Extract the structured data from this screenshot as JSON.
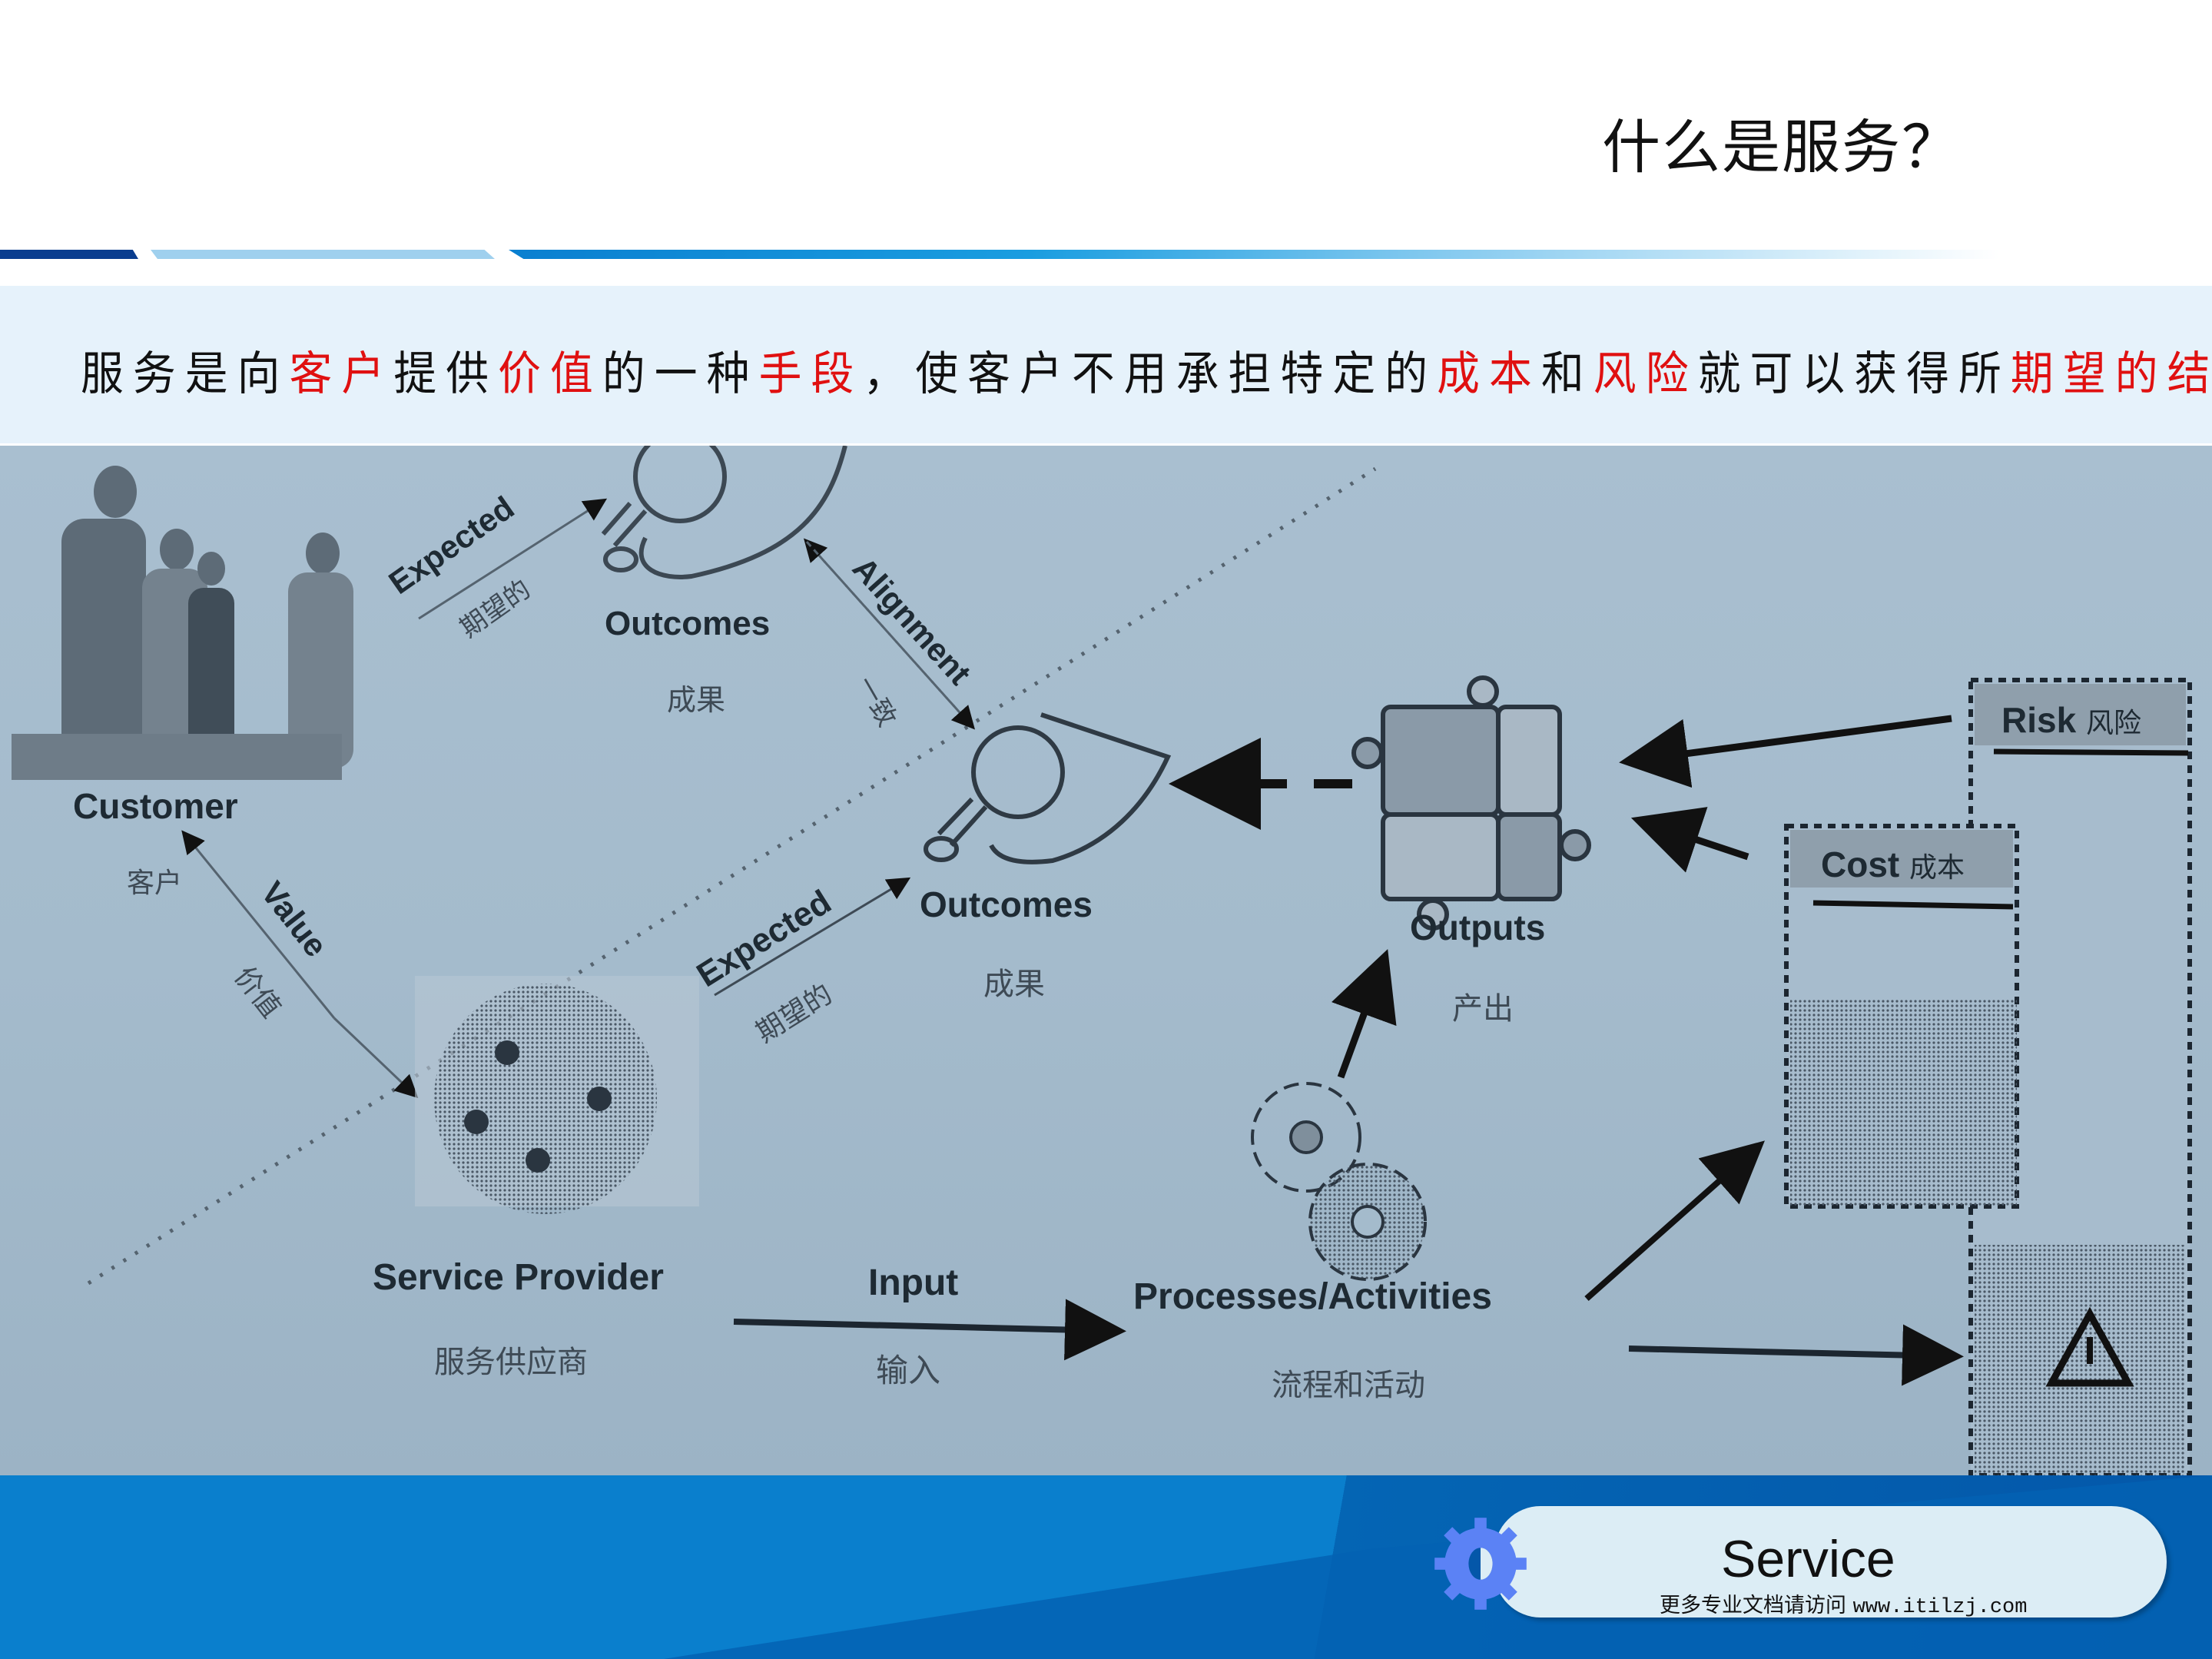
{
  "header": {
    "title": "什么是服务？"
  },
  "statement": {
    "segments": [
      {
        "text": "服务是向",
        "highlight": false
      },
      {
        "text": "客户",
        "highlight": true
      },
      {
        "text": "提供",
        "highlight": false
      },
      {
        "text": "价值",
        "highlight": true
      },
      {
        "text": "的一种",
        "highlight": false
      },
      {
        "text": "手段",
        "highlight": true
      },
      {
        "text": "，使客户不用承担特定的",
        "highlight": false
      },
      {
        "text": "成本",
        "highlight": true
      },
      {
        "text": "和",
        "highlight": false
      },
      {
        "text": "风险",
        "highlight": true
      },
      {
        "text": "就可以获得所",
        "highlight": false
      },
      {
        "text": "期望的结果",
        "highlight": true
      },
      {
        "text": "。",
        "highlight": false
      }
    ],
    "highlight_color": "#e01010"
  },
  "diagram": {
    "customer": {
      "en": "Customer",
      "zh": "客户"
    },
    "value": {
      "en": "Value",
      "zh": "价值"
    },
    "expected_top": {
      "en": "Expected",
      "zh": "期望的"
    },
    "outcomes_top": {
      "en": "Outcomes",
      "zh": "成果"
    },
    "alignment": {
      "en": "Alignment",
      "zh": "一致"
    },
    "outcomes_mid": {
      "en": "Outcomes",
      "zh": "成果"
    },
    "expected_mid": {
      "en": "Expected",
      "zh": "期望的"
    },
    "outputs": {
      "en": "Outputs",
      "zh": "产出"
    },
    "risk": {
      "en": "Risk",
      "zh": "风险"
    },
    "cost": {
      "en": "Cost",
      "zh": "成本"
    },
    "service_provider": {
      "en": "Service Provider",
      "zh": "服务供应商"
    },
    "input": {
      "en": "Input",
      "zh": "输入"
    },
    "processes": {
      "en": "Processes/Activities",
      "zh": "流程和活动"
    }
  },
  "footer": {
    "badge_label": "Service",
    "watermark_text": "更多专业文档请访问 ",
    "watermark_url": "www.itilzj.com",
    "colors": {
      "band": "#0a7fcd",
      "band_dark": "#0457a9",
      "pill": "#dcedf5",
      "gear": "#5b82f5"
    }
  }
}
